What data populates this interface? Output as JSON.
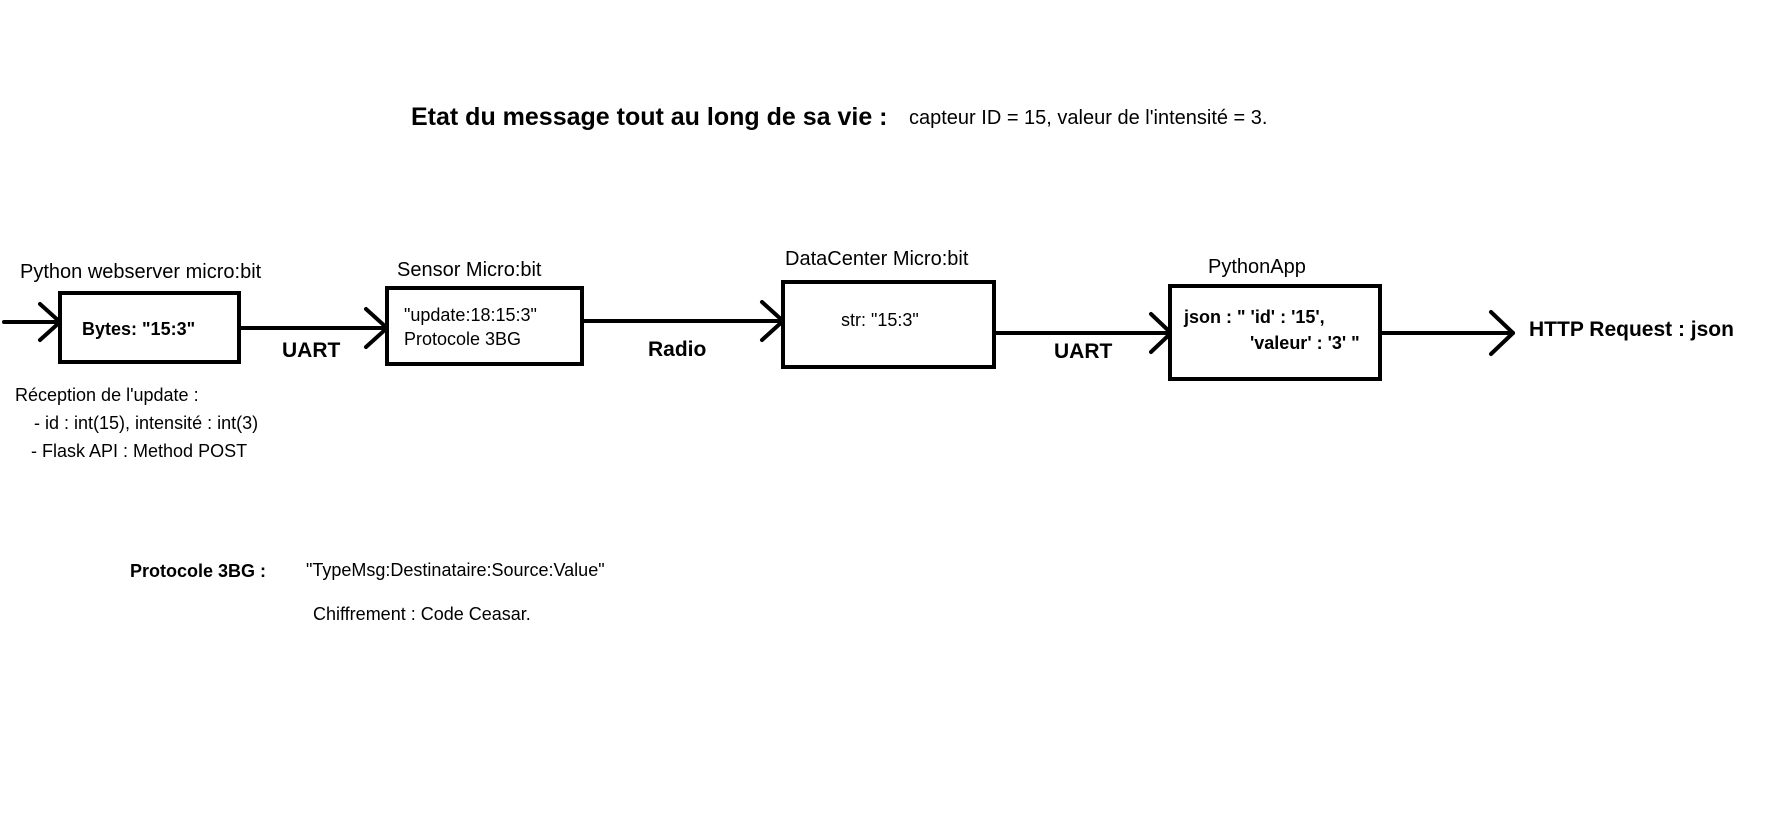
{
  "title": {
    "bold": "Etat du message tout au long de sa vie :",
    "rest": "capteur ID = 15, valeur de l'intensité = 3."
  },
  "nodes": {
    "webserver": {
      "title": "Python webserver micro:bit",
      "text": "Bytes: \"15:3\""
    },
    "sensor": {
      "title": "Sensor Micro:bit",
      "line1": "\"update:18:15:3\"",
      "line2": "Protocole 3BG"
    },
    "datacenter": {
      "title": "DataCenter Micro:bit",
      "text": "str: \"15:3\""
    },
    "pythonapp": {
      "title": "PythonApp",
      "line1": "json : \" 'id' : '15',",
      "line2": "'valeur' : '3' \""
    }
  },
  "links": {
    "uart1": "UART",
    "radio": "Radio",
    "uart2": "UART",
    "output": "HTTP Request : json"
  },
  "reception": {
    "heading": "Réception de l'update :",
    "items": [
      "- id : int(15), intensité : int(3)",
      "- Flask API : Method POST"
    ]
  },
  "protocol": {
    "label": "Protocole 3BG :",
    "format": "\"TypeMsg:Destinataire:Source:Value\"",
    "cipher": "Chiffrement : Code Ceasar."
  }
}
